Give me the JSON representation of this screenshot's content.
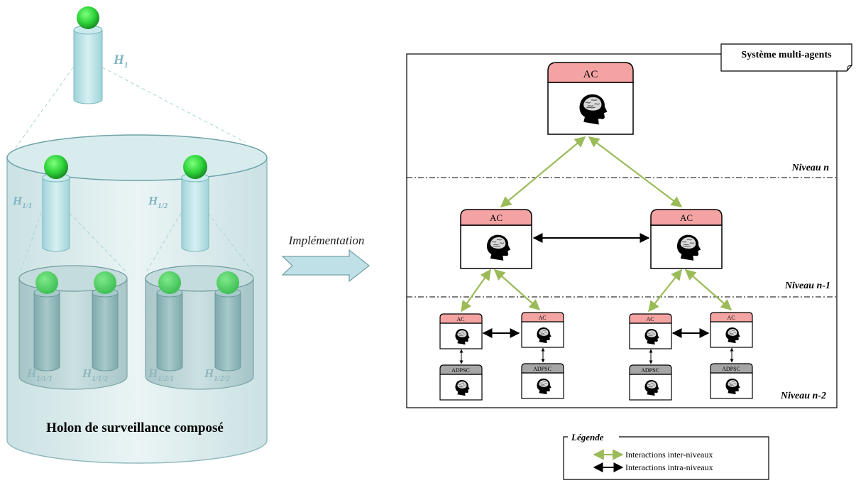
{
  "holon": {
    "caption": "Holon de surveillance composé",
    "top_label": {
      "base": "H",
      "sub": "1"
    },
    "mid_labels": [
      {
        "base": "H",
        "sub": "1/1"
      },
      {
        "base": "H",
        "sub": "1/2"
      }
    ],
    "bottom_labels": [
      {
        "base": "H",
        "sub": "1/1/1"
      },
      {
        "base": "H",
        "sub": "1/1/2"
      },
      {
        "base": "H",
        "sub": "1/2/1"
      },
      {
        "base": "H",
        "sub": "1/2/2"
      }
    ]
  },
  "arrow": {
    "label": "Implémentation"
  },
  "mas": {
    "title": "Système multi-agents",
    "levels": [
      "Niveau n",
      "Niveau n-1",
      "Niveau n-2"
    ],
    "agent_ac": "AC",
    "agent_adpsc": "ADPSC"
  },
  "legend": {
    "title": "Légende",
    "items": [
      {
        "label": "Interactions inter-niveaux",
        "color": "#9bbb59"
      },
      {
        "label": "Interactions intra-niveaux",
        "color": "#000000"
      }
    ]
  },
  "colors": {
    "cylinder_fill": "#bfe3e6",
    "cylinder_stroke": "#6fb0b8",
    "node_green": "#2ed33a",
    "ac_header": "#f4a3a3",
    "adpsc_header": "#a6a6a6",
    "inter_level": "#9bbb59",
    "intra_level": "#000000",
    "label_color": "#7fb6c4"
  }
}
